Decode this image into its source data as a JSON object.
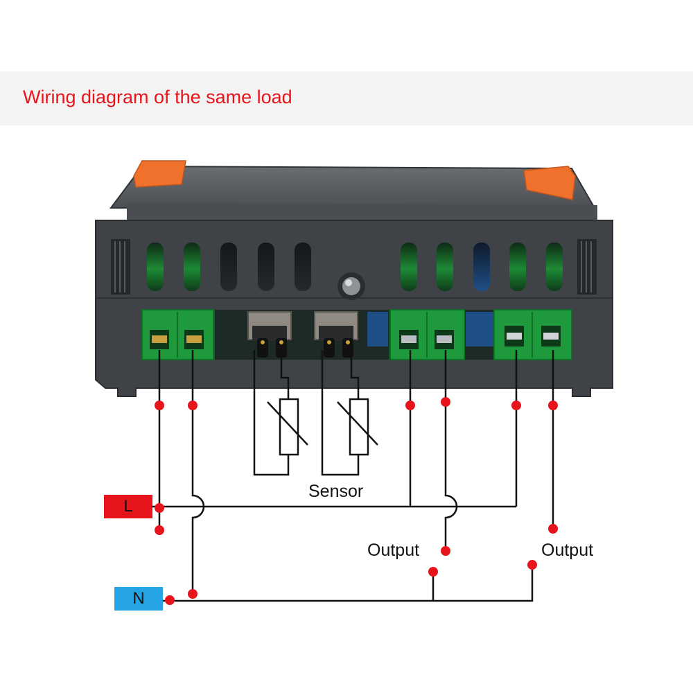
{
  "header": {
    "title": "Wiring diagram of the same load"
  },
  "labels": {
    "live": "L",
    "neutral": "N",
    "sensor": "Sensor",
    "output_1": "Output",
    "output_2": "Output"
  },
  "colors": {
    "title_red": "#e8141b",
    "live_tag": "#e8141b",
    "neutral_tag": "#25a4e5",
    "wire_node": "#e8141b",
    "terminal_green": "#1e9a3c",
    "housing": "#3e4247",
    "clip_orange": "#f0712b"
  },
  "device": {
    "name": "controller-rear-terminal-block",
    "terminal_groups": [
      "power",
      "sensor-1",
      "sensor-2",
      "output-1",
      "output-2"
    ]
  }
}
